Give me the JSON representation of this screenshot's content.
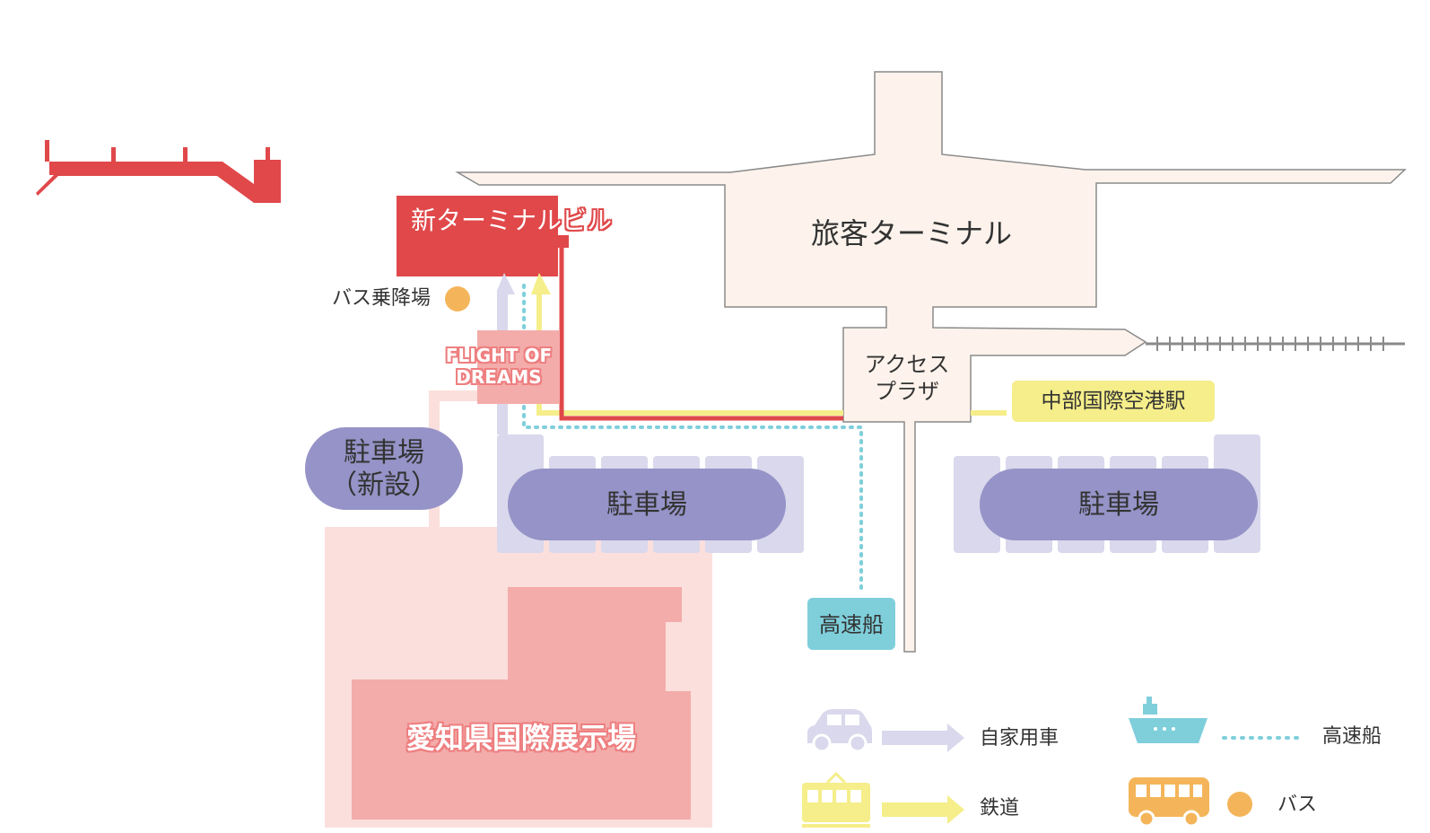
{
  "labels": {
    "new_terminal": "新ターミナルビル",
    "passenger_terminal": "旅客ターミナル",
    "bus_stop": "バス乗降場",
    "flight_of_dreams_line1": "FLIGHT OF",
    "flight_of_dreams_line2": "DREAMS",
    "access_plaza_line1": "アクセス",
    "access_plaza_line2": "プラザ",
    "chubu_station": "中部国際空港駅",
    "parking_new_line1": "駐車場",
    "parking_new_line2": "（新設）",
    "parking_center": "駐車場",
    "parking_right": "駐車場",
    "high_speed_boat": "高速船",
    "exhibition_hall": "愛知県国際展示場"
  },
  "legend": {
    "car": {
      "label": "自家用車",
      "icon": "car-icon"
    },
    "rail": {
      "label": "鉄道",
      "icon": "train-icon"
    },
    "boat": {
      "label": "高速船",
      "icon": "boat-icon"
    },
    "bus": {
      "label": "バス",
      "icon": "bus-icon"
    }
  },
  "colors": {
    "new_terminal_red": "#e0484a",
    "terminal_fill": "#fdf3ec",
    "parking_purple": "#9593c7",
    "parking_light": "#d9d8ec",
    "rail_yellow": "#f5ee8a",
    "boat_cyan": "#7fcfdb",
    "bus_orange": "#f4b55a",
    "exhibition_pink": "#f3acaa",
    "exhibition_light": "#fbdfdc"
  }
}
